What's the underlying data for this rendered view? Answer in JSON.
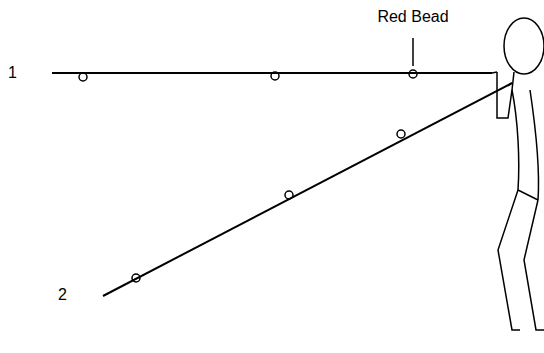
{
  "diagram": {
    "labels": [
      "Red Bead",
      "1",
      "2"
    ]
  }
}
